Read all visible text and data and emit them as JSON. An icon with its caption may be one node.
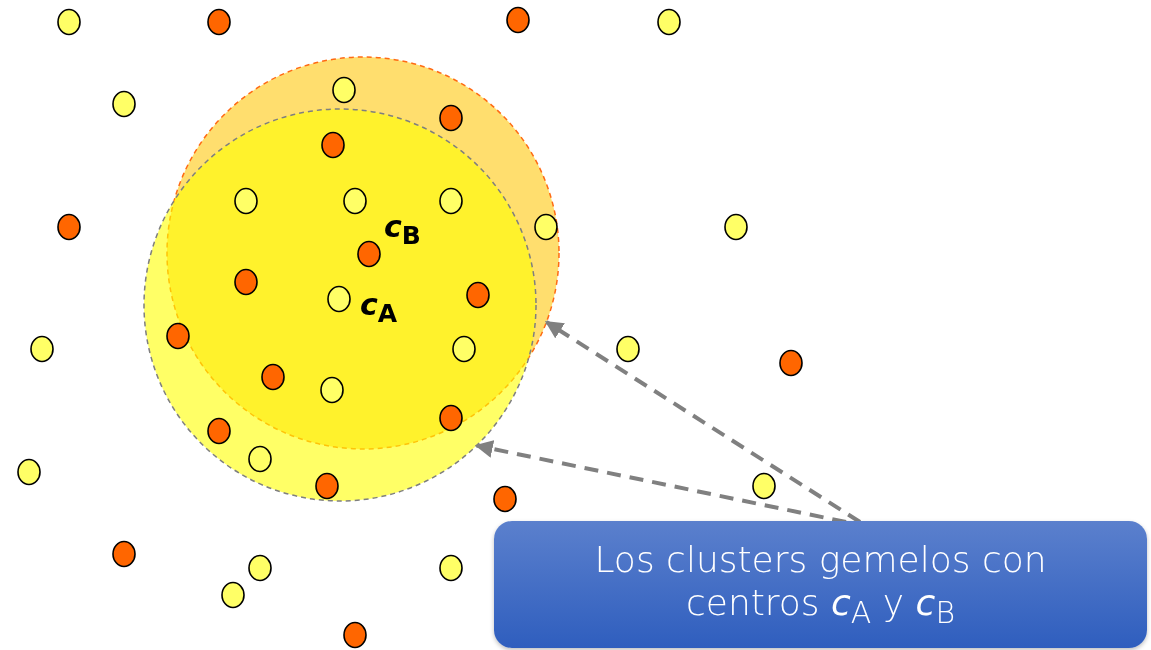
{
  "diagram": {
    "nodes": [
      {
        "text": [],
        "shape": "circle"
      },
      {
        "text": [],
        "shape": "circle"
      },
      {
        "text": [
          "Los clusters gemelos con centros *c*$_{A}$ y *c*$_{B}$"
        ]
      }
    ],
    "edges": [
      {
        "from": 2,
        "to": 0,
        "arrow": "to",
        "style": "dashed"
      },
      {
        "from": 2,
        "to": 1,
        "arrow": "to",
        "style": "dashed"
      }
    ],
    "labels": [
      "*c*$_{B}$",
      "*c*$_{A}$"
    ]
  }
}
